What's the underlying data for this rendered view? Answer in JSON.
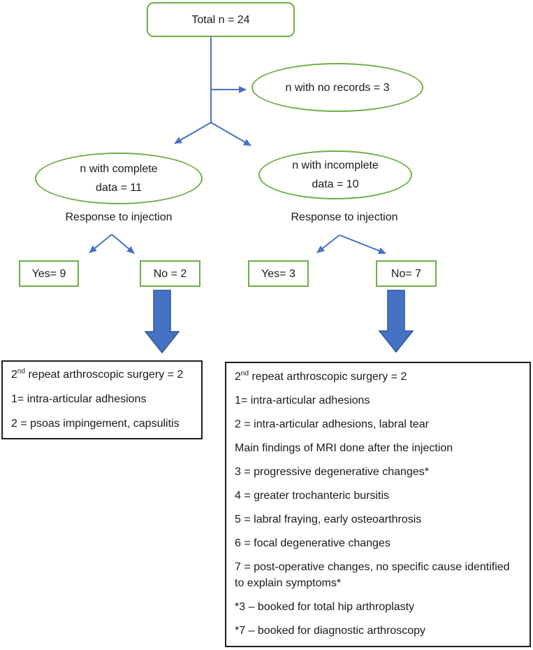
{
  "colors": {
    "green": "#70AD47",
    "blue": "#4472C4",
    "blue_dark": "#2F5597",
    "text": "#1a1a1a",
    "detail_border": "#1f1f1f"
  },
  "nodes": {
    "total": "Total n = 24",
    "no_records": "n with no records = 3",
    "complete_line1": "n with complete",
    "complete_line2": "data = 11",
    "incomplete_line1": "n with incomplete",
    "incomplete_line2": "data = 10",
    "response_left": "Response to injection",
    "response_right": "Response to injection",
    "yes_left": "Yes= 9",
    "no_left": "No = 2",
    "yes_right": "Yes= 3",
    "no_right": "No= 7"
  },
  "left_detail": {
    "title_base": "2",
    "title_sup": "nd",
    "title_rest": " repeat arthroscopic surgery = 2",
    "lines": [
      "1= intra-articular adhesions",
      "2 = psoas impingement, capsulitis"
    ]
  },
  "right_detail": {
    "title_base": "2",
    "title_sup": "nd",
    "title_rest": " repeat arthroscopic surgery = 2",
    "lines": [
      "1= intra-articular adhesions",
      "2 = intra-articular adhesions, labral tear",
      "Main findings of MRI done after the injection",
      "3 = progressive degenerative changes*",
      "4 = greater trochanteric bursitis",
      "5 = labral fraying, early osteoarthrosis",
      "6 = focal degenerative changes",
      "7 = post-operative changes, no specific cause identified to explain symptoms*",
      "*3 – booked for total hip arthroplasty",
      "*7 – booked for diagnostic arthroscopy"
    ]
  }
}
